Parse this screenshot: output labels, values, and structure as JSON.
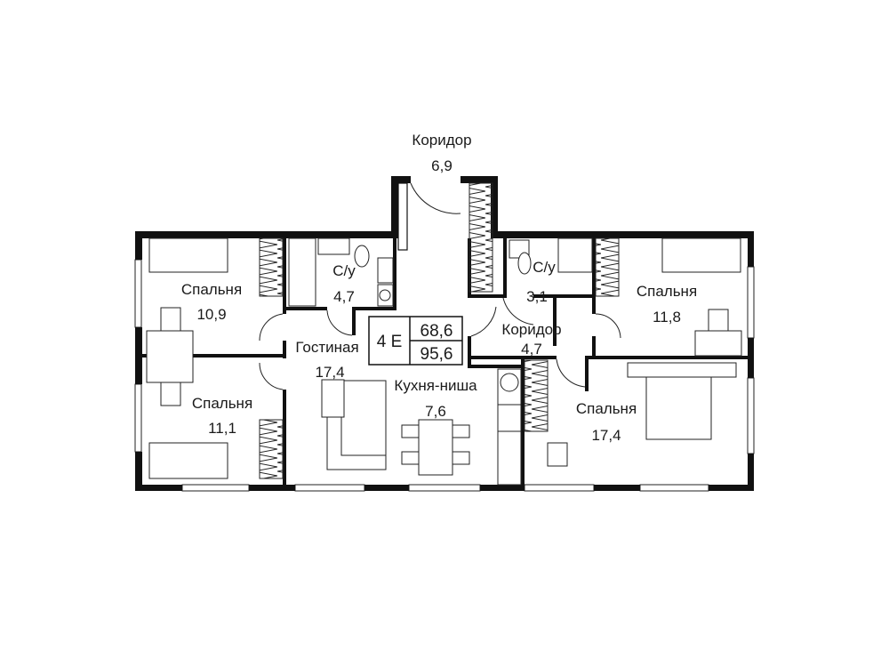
{
  "plan": {
    "rooms_count_label": "4 E",
    "living_area": "68,6",
    "total_area": "95,6"
  },
  "rooms": [
    {
      "name": "Коридор",
      "area": "6,9"
    },
    {
      "name": "Спальня",
      "area": "10,9"
    },
    {
      "name": "С/у",
      "area": "4,7"
    },
    {
      "name": "С/у",
      "area": "3,1"
    },
    {
      "name": "Спальня",
      "area": "11,8"
    },
    {
      "name": "Гостиная",
      "area": "17,4"
    },
    {
      "name": "Коридор",
      "area": "4,7"
    },
    {
      "name": "Кухня-ниша",
      "area": "7,6"
    },
    {
      "name": "Спальня",
      "area": "11,1"
    },
    {
      "name": "Спальня",
      "area": "17,4"
    }
  ],
  "colors": {
    "wall": "#111111",
    "background": "#ffffff"
  }
}
